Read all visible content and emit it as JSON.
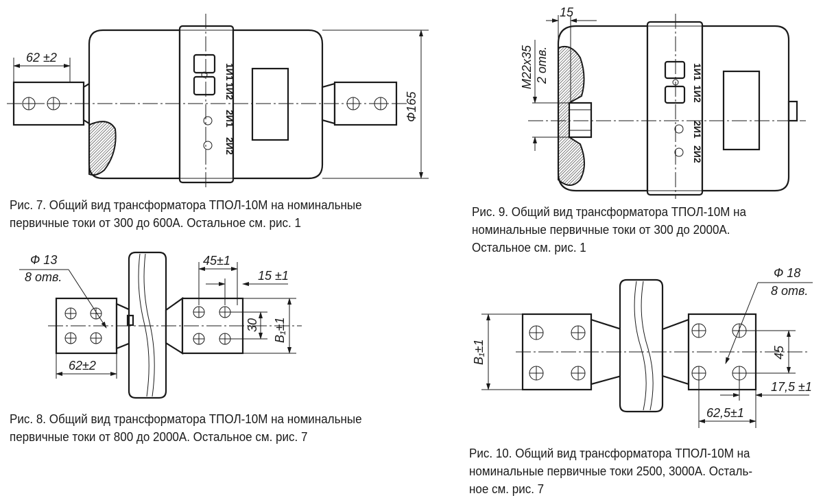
{
  "fig7": {
    "caption_l1": "Рис. 7. Общий вид трансформатора ТПОЛ-10М на номинальные",
    "caption_l2": "первичные токи от 300 до 600А. Остальное см. рис. 1",
    "dim_width": "62 ±2",
    "dim_diameter": "Ф165",
    "term_a1": "1И1",
    "term_a2": "1И2",
    "term_b1": "2И1",
    "term_b2": "2И2"
  },
  "fig8": {
    "caption_l1": "Рис. 8. Общий вид трансформатора ТПОЛ-10М на номинальные",
    "caption_l2": "первичные токи от 800 до 2000А. Остальное см. рис. 7",
    "dim_hole_d": "Ф 13",
    "dim_hole_n": "8 отв.",
    "dim_45": "45±1",
    "dim_15": "15 ±1",
    "dim_30": "30",
    "dim_b1": "B₁±1",
    "dim_62": "62±2"
  },
  "fig9": {
    "caption_l1": "Рис. 9. Общий вид трансформатора ТПОЛ-10М на",
    "caption_l2": "номинальные первичные токи от 300 до 2000А.",
    "caption_l3": "Остальное см. рис. 1",
    "dim_15": "15",
    "dim_thread": "М22х35",
    "dim_thread_n": "2 отв.",
    "term_a1": "1И1",
    "term_a2": "1И2",
    "term_b1": "2И1",
    "term_b2": "2И2"
  },
  "fig10": {
    "caption_l1": "Рис. 10. Общий вид трансформатора ТПОЛ-10М на",
    "caption_l2": "номинальные первичные токи 2500, 3000А. Осталь-",
    "caption_l3": "ное см. рис. 7",
    "dim_hole_d": "Ф 18",
    "dim_hole_n": "8 отв.",
    "dim_b1": "B₁±1",
    "dim_45": "45",
    "dim_175": "17,5 ±1",
    "dim_625": "62,5±1"
  }
}
